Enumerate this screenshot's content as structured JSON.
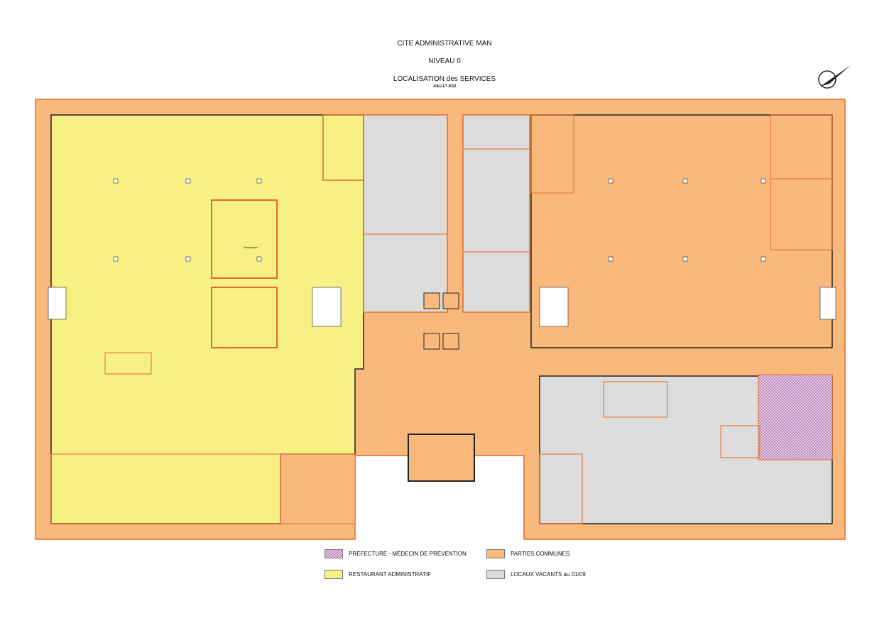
{
  "header": {
    "title": "CITE ADMINISTRATIVE MAN",
    "level": "NIVEAU 0",
    "subtitle": "LOCALISATION  des SERVICES",
    "date": "JUILLET 2022"
  },
  "legend": [
    {
      "label": "PRÉFECTURE - MÉDECIN DE PRÉVENTION",
      "color": "#d9b3d9"
    },
    {
      "label": "PARTIES COMMUNES",
      "color": "#f9b97c"
    },
    {
      "label": "RESTAURANT ADMINISTRATIF",
      "color": "#f6f085"
    },
    {
      "label": "LOCAUX VACANTS au 01/09",
      "color": "#dcdcdc"
    }
  ],
  "rooms": {
    "restaurant": "Restaurant"
  },
  "colors": {
    "wall": "#e86a22",
    "common": "#f9b97c",
    "restaurant": "#f6f085",
    "vacant": "#dcdcdc",
    "prefecture": "#d9b3d9"
  }
}
